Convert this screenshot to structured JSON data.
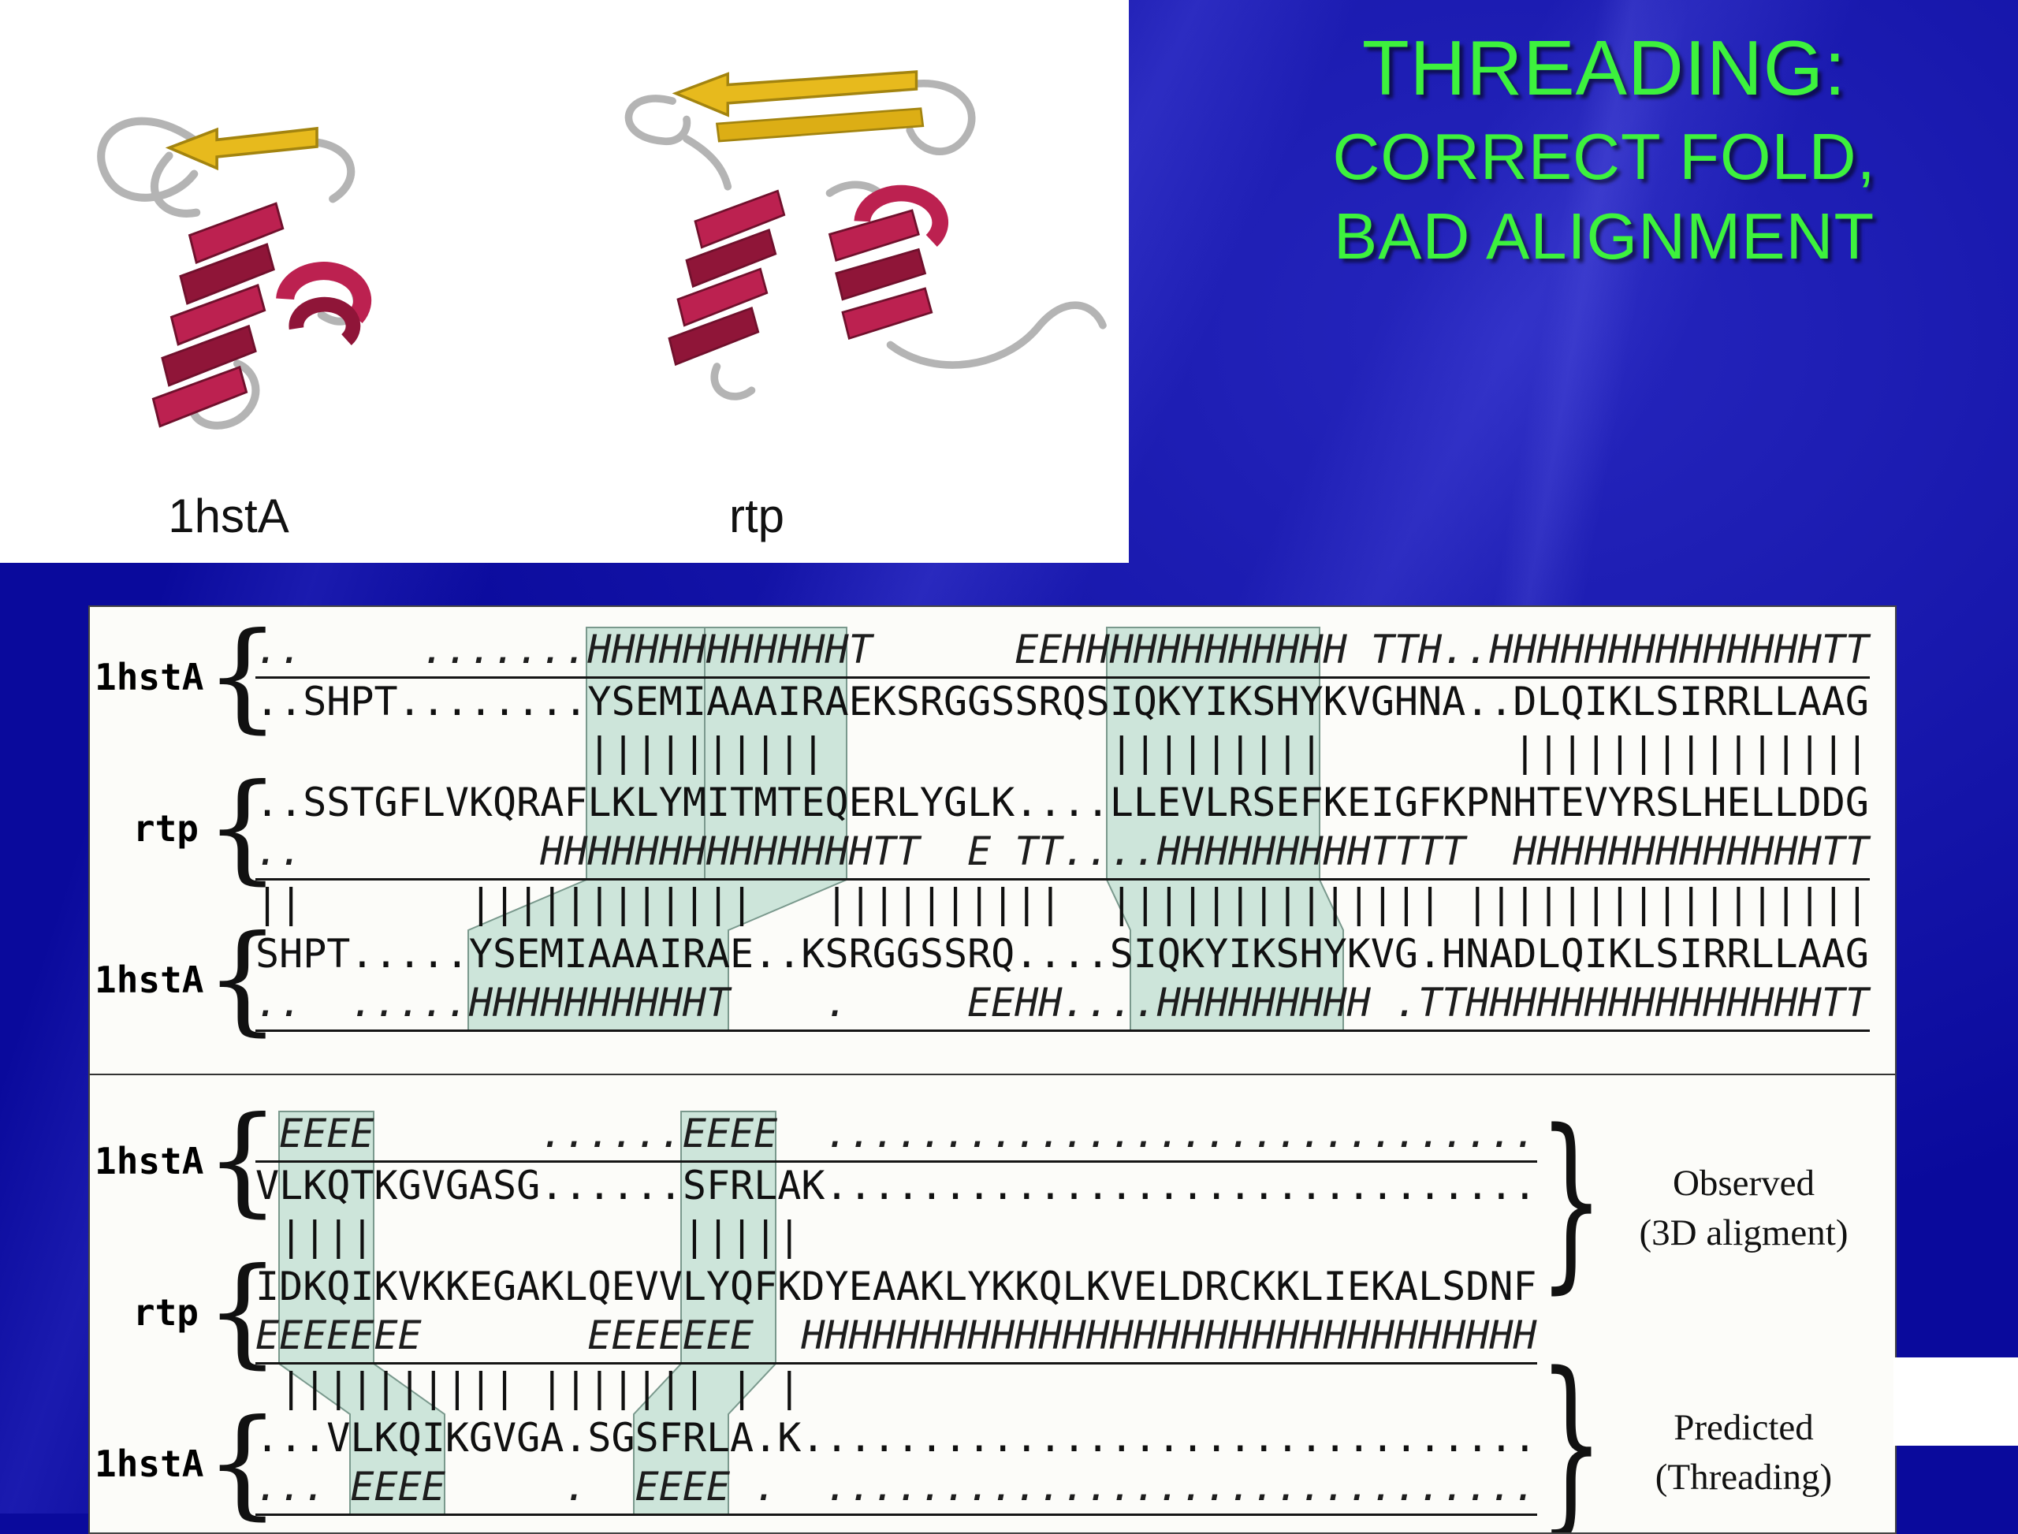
{
  "title": {
    "lines": [
      "THREADING:",
      "CORRECT FOLD,",
      "BAD ALIGNMENT"
    ],
    "color": "#3df23d"
  },
  "structure_panel": {
    "left_label": "1hstA",
    "right_label": "rtp"
  },
  "colors": {
    "background_blue": "#0a0a9c",
    "title_green": "#3df23d",
    "highlight_band": "#9ecdbb",
    "helix_red": "#bc2150",
    "sheet_yellow": "#e7ba1d",
    "loop_gray": "#b4b4b4"
  },
  "alignment_top": {
    "label_1hsta_top": "1hstA",
    "label_rtp": "rtp",
    "label_1hsta_bottom": "1hstA",
    "ss_1hsta_top": "..     .......HHHHHHHHHHHT      EEHHHHHHHHHHHH TTH..HHHHHHHHHHHHHHTT",
    "seq_1hsta_top": "..SHPT........YSEMIAAAIRAEKSRGGSSRQSIQKYIKSHYKVGHNA..DLQIKLSIRRLLAAG",
    "bars_1": "              ||||||||||            |||||||||        |||||||||||||||",
    "seq_rtp": "..SSTGFLVKQRAFLKLYMITMTEQERLYGLK....LLEVLRSEFKEIGFKPNHTEVYRSLHELLDDG",
    "ss_rtp": "..          HHHHHHHHHHHHHHTT  E TT....HHHHHHHHHTTTT  HHHHHHHHHHHHHTT",
    "bars_2": "||       ||||||||||||   ||||||||||  |||||||||||||| |||||||||||||||||",
    "seq_1hsta_bottom": "SHPT.....YSEMIAAAIRAE..KSRGGSSRQ....SIQKYIKSHYKVG.HNADLQIKLSIRRLLAAG",
    "ss_1hsta_bottom": "..  .....HHHHHHHHHHT    .     EEHH....HHHHHHHHH .TTHHHHHHHHHHHHHHHTT"
  },
  "alignment_bottom": {
    "label_1hsta_top": "1hstA",
    "label_rtp": "rtp",
    "label_1hsta_bottom": "1hstA",
    "ss_1hsta_top": " EEEE       ......EEEE  ..............................",
    "seq_1hsta_top": "VLKQTKGVGASG......SFRLAK..............................",
    "bars_1": " ||||             |||||                               ",
    "seq_rtp": "IDKQIKVKKEGAKLQEVVLYQFKDYEAAKLYKKQLKVELDRCKKLIEKALSDNF",
    "ss_rtp": "EEEEEEE       EEEEEEE  HHHHHHHHHHHHHHHHHHHHHHHHHHHHHHH",
    "bars_2": " |||||||||| ||||||| | |                               ",
    "seq_1hsta_bottom": "...VLKQIKGVGA.SGSFRLA.K...............................",
    "ss_1hsta_bottom": "... EEEE     .  EEEE .  ..............................",
    "observed_label_line1": "Observed",
    "observed_label_line2": "(3D aligment)",
    "predicted_label_line1": "Predicted",
    "predicted_label_line2": "(Threading)"
  }
}
